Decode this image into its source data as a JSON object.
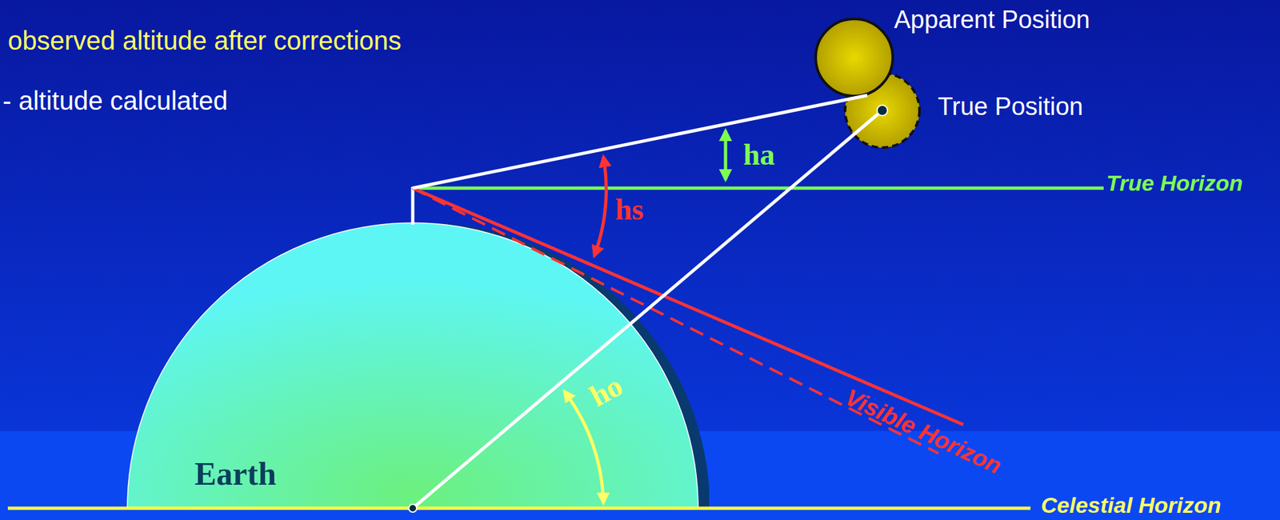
{
  "diagram": {
    "nodes": [
      {
        "text": [
          "Earth"
        ]
      }
    ],
    "labels": [
      "observed altitude after corrections",
      "- altitude calculated",
      "Apparent Position",
      "True Position",
      "ha",
      "True Horizon",
      "hs",
      "Visible Horizon",
      "ho",
      "Celestial Horizon"
    ]
  }
}
